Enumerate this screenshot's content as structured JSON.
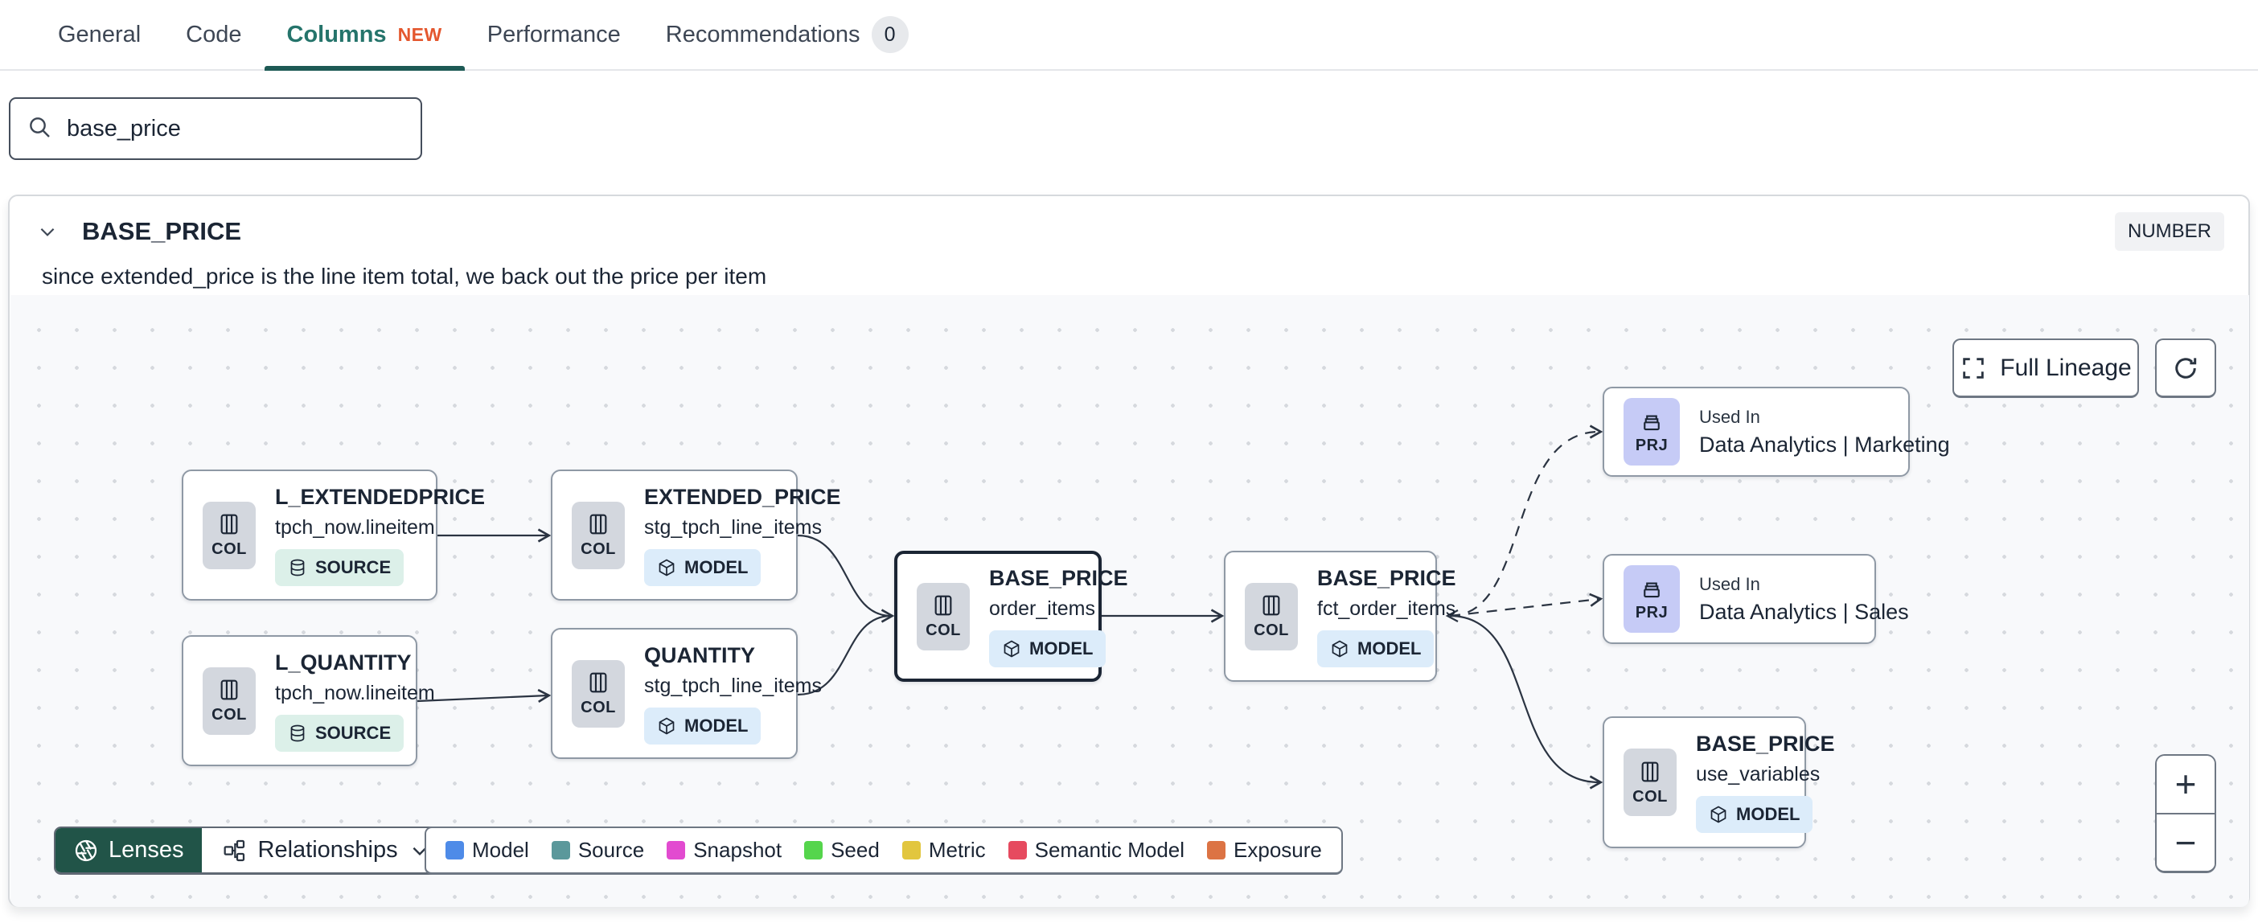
{
  "tabs": {
    "items": [
      {
        "label": "General"
      },
      {
        "label": "Code"
      },
      {
        "label": "Columns",
        "flag": "NEW",
        "active": true
      },
      {
        "label": "Performance"
      },
      {
        "label": "Recommendations",
        "count": "0"
      }
    ]
  },
  "search": {
    "value": "base_price"
  },
  "column_panel": {
    "name": "BASE_PRICE",
    "type_badge": "NUMBER",
    "description": "since extended_price is the line item total, we back out the price per item"
  },
  "lineage": {
    "controls": {
      "full_lineage_label": "Full Lineage",
      "zoom_in_label": "+",
      "zoom_out_label": "−"
    },
    "toolbar": {
      "lenses_label": "Lenses",
      "relationships_label": "Relationships"
    },
    "legend": {
      "items": [
        {
          "label": "Model",
          "color": "#4e8be8"
        },
        {
          "label": "Source",
          "color": "#5b989b"
        },
        {
          "label": "Snapshot",
          "color": "#e24bd0"
        },
        {
          "label": "Seed",
          "color": "#55d54c"
        },
        {
          "label": "Metric",
          "color": "#e2c63e"
        },
        {
          "label": "Semantic Model",
          "color": "#e64a5f"
        },
        {
          "label": "Exposure",
          "color": "#dc7344"
        }
      ]
    },
    "nodes": [
      {
        "kind": "COL",
        "title": "L_EXTENDEDPRICE",
        "subtitle": "tpch_now.lineitem",
        "badge": "SOURCE"
      },
      {
        "kind": "COL",
        "title": "EXTENDED_PRICE",
        "subtitle": "stg_tpch_line_items",
        "badge": "MODEL"
      },
      {
        "kind": "COL",
        "title": "L_QUANTITY",
        "subtitle": "tpch_now.lineitem",
        "badge": "SOURCE"
      },
      {
        "kind": "COL",
        "title": "QUANTITY",
        "subtitle": "stg_tpch_line_items",
        "badge": "MODEL"
      },
      {
        "kind": "COL",
        "title": "BASE_PRICE",
        "subtitle": "order_items",
        "badge": "MODEL",
        "selected": true
      },
      {
        "kind": "COL",
        "title": "BASE_PRICE",
        "subtitle": "fct_order_items",
        "badge": "MODEL"
      },
      {
        "kind": "PRJ",
        "title": "Used In",
        "subtitle": "Data Analytics | Marketing"
      },
      {
        "kind": "PRJ",
        "title": "Used In",
        "subtitle": "Data Analytics | Sales"
      },
      {
        "kind": "COL",
        "title": "BASE_PRICE",
        "subtitle": "use_variables",
        "badge": "MODEL"
      }
    ],
    "theme": {
      "active_tab_color": "#25746b",
      "new_flag_color": "#e4572e",
      "lenses_button_color": "#215448",
      "source_badge_bg": "#dcf0e9",
      "model_badge_bg": "#dcecfa",
      "col_chip_bg": "#d3d7de",
      "prj_chip_bg": "#c6cbf6",
      "edge_color": "#2b3442"
    }
  }
}
